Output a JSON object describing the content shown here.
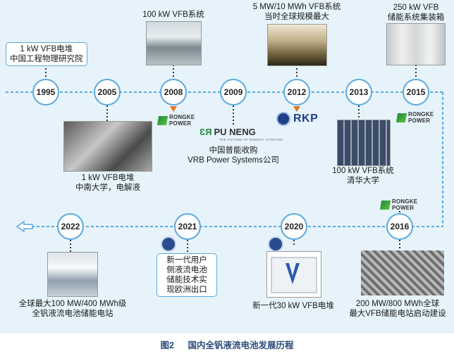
{
  "timeline_top": [
    {
      "year": "1995",
      "above": [
        "1 kW VFB电堆",
        "中国工程物理研究院"
      ]
    },
    {
      "year": "2005",
      "below": [
        "1 kW VFB电堆",
        "中南大学，电解液"
      ]
    },
    {
      "year": "2008",
      "above": [
        "100 kW VFB系统"
      ]
    },
    {
      "year": "2009",
      "below": [
        "中国普能收购",
        "VRB Power Systems公司"
      ]
    },
    {
      "year": "2012",
      "above": [
        "5 MW/10 MWh VFB系统",
        "当时全球规模最大"
      ]
    },
    {
      "year": "2013",
      "below": [
        "100 kW VFB系统",
        "清华大学"
      ]
    },
    {
      "year": "2015",
      "above": [
        "250 kW VFB",
        "储能系统集装箱"
      ]
    }
  ],
  "timeline_bottom": [
    {
      "year": "2016",
      "below": [
        "200 MW/800 MWh全球",
        "最大VFB储能电站启动建设"
      ]
    },
    {
      "year": "2020",
      "below": [
        "新一代30 kW VFB电堆"
      ]
    },
    {
      "year": "2021",
      "below": [
        "新一代用户",
        "侧液流电池",
        "储能技术实",
        "现欧洲出口"
      ]
    },
    {
      "year": "2022",
      "below": [
        "全球最大100 MW/400 MWh级",
        "全钒液流电池储能电站"
      ]
    }
  ],
  "logos": {
    "rongke": [
      "RONGKE",
      "POWER"
    ],
    "puneng": "PU NENG",
    "puneng_mark": "ƐЯ",
    "puneng_tagline": "THE FUTURE OF ENERGY STORAGE",
    "rkp": "RKP"
  },
  "caption": {
    "fig": "图2",
    "title": "国内全钒液流电池发展历程"
  },
  "colors": {
    "line": "#5aa9dd",
    "panel": "#e6f3fb",
    "arrow": "#e8741a",
    "caption": "#2b4a7a"
  }
}
